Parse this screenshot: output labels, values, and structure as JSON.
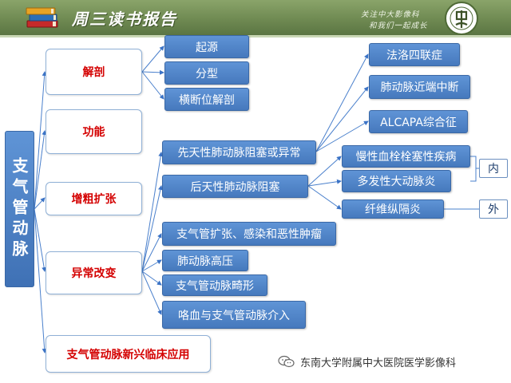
{
  "header": {
    "title": "周三读书报告",
    "slogan_line1": "关注中大影像科",
    "slogan_line2": "和我们一起成长"
  },
  "root": {
    "label": "支气管动脉"
  },
  "level1": [
    {
      "id": "anatomy",
      "label": "解剖"
    },
    {
      "id": "function",
      "label": "功能"
    },
    {
      "id": "dilation",
      "label": "增粗扩张"
    },
    {
      "id": "abnormal",
      "label": "异常改变"
    },
    {
      "id": "clinical",
      "label": "支气管动脉新兴临床应用"
    }
  ],
  "anatomy_children": [
    "起源",
    "分型",
    "横断位解剖"
  ],
  "abnormal_children": [
    "先天性肺动脉阻塞或异常",
    "后天性肺动脉阻塞",
    "支气管扩张、感染和恶性肿瘤",
    "肺动脉高压",
    "支气管动脉畸形",
    "咯血与支气管动脉介入"
  ],
  "congenital_children": [
    "法洛四联症",
    "肺动脉近端中断",
    "ALCAPA综合征"
  ],
  "acquired_children": [
    "慢性血栓栓塞性疾病",
    "多发性大动脉炎",
    "纤维纵隔炎"
  ],
  "tags": {
    "inner": "内",
    "outer": "外"
  },
  "footer": {
    "source": "东南大学附属中大医院医学影像科"
  }
}
